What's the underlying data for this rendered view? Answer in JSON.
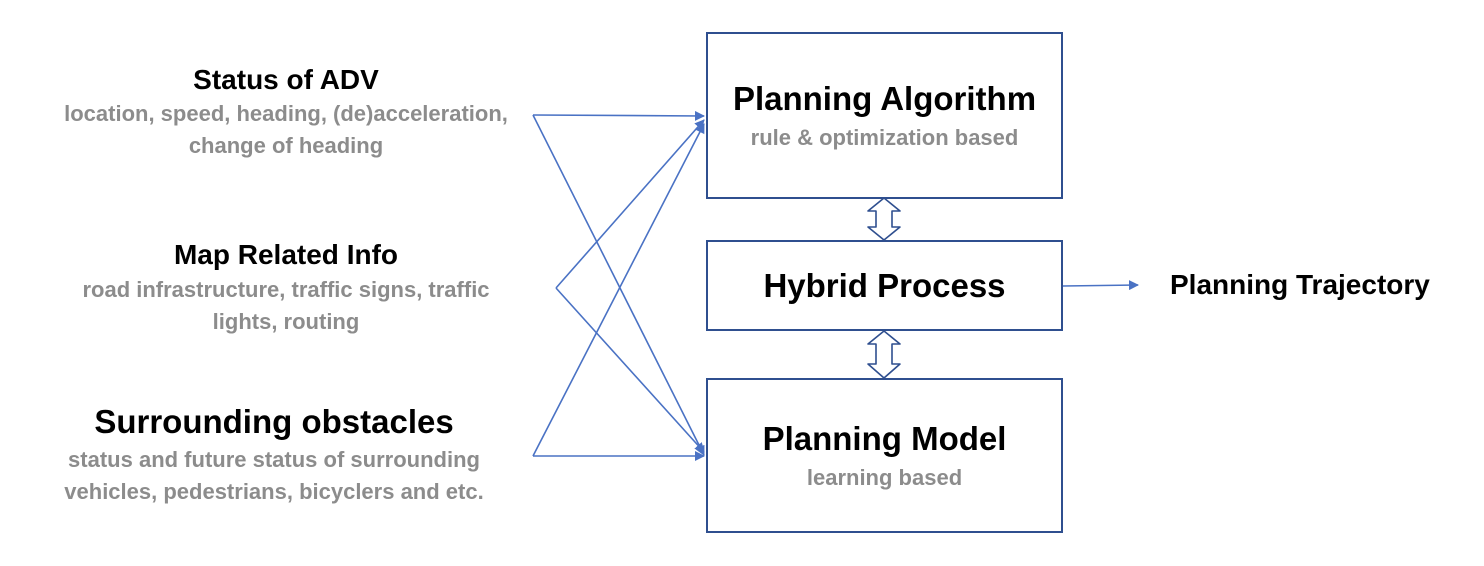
{
  "colors": {
    "connector": "#4a72c4",
    "box_border": "#2f4f8f",
    "description": "#8c8c8c",
    "title": "#000000"
  },
  "inputs": [
    {
      "title": "Status of ADV",
      "description_lines": [
        "location, speed, heading, (de)acceleration,",
        "change of heading"
      ]
    },
    {
      "title": "Map Related Info",
      "description_lines": [
        "road infrastructure, traffic signs, traffic",
        "lights, routing"
      ]
    },
    {
      "title": "Surrounding obstacles",
      "description_lines": [
        "status and future status of surrounding",
        "vehicles, pedestrians, bicyclers and etc."
      ]
    }
  ],
  "boxes": {
    "planning_algorithm": {
      "title": "Planning Algorithm",
      "subtitle": "rule & optimization based"
    },
    "hybrid_process": {
      "title": "Hybrid Process"
    },
    "planning_model": {
      "title": "Planning Model",
      "subtitle": "learning based"
    }
  },
  "output": {
    "label": "Planning Trajectory"
  }
}
